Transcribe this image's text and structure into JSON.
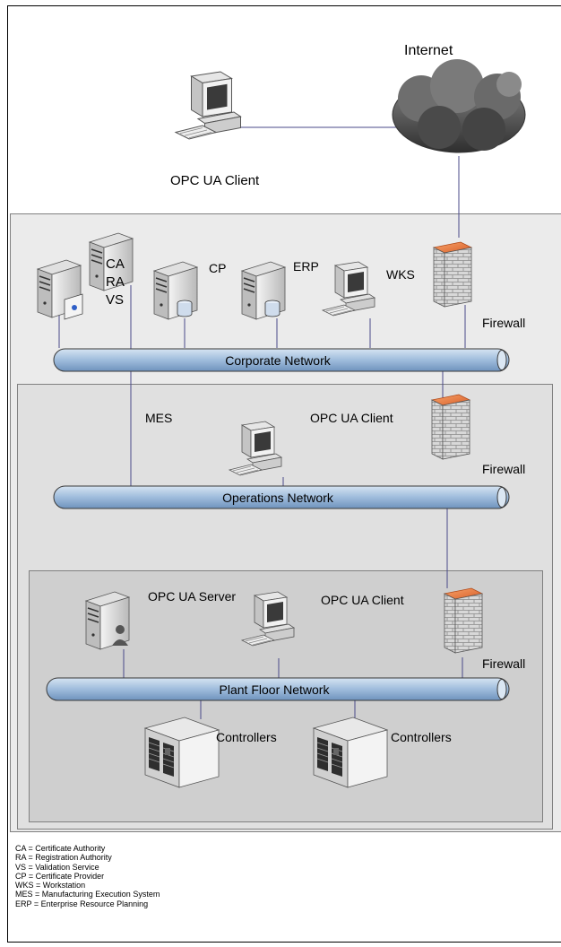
{
  "labels": {
    "internet": "Internet",
    "top_client": "OPC UA Client",
    "corp_server_1": "CA\nRA\nVS",
    "corp_server_2": "CP",
    "corp_server_3": "ERP",
    "corp_workstation": "WKS",
    "firewall_1": "Firewall",
    "mes": "MES",
    "ops_client": "OPC UA Client",
    "firewall_2": "Firewall",
    "plant_server": "OPC UA Server",
    "plant_client": "OPC UA Client",
    "firewall_3": "Firewall",
    "controllers_1": "Controllers",
    "controllers_2": "Controllers"
  },
  "networks": {
    "corporate": "Corporate Network",
    "operations": "Operations Network",
    "plant_floor": "Plant Floor Network"
  },
  "legend": [
    "CA = Certificate Authority",
    "RA = Registration Authority",
    "VS = Validation Service",
    "CP = Certificate Provider",
    "WKS = Workstation",
    "MES = Manufacturing Execution System",
    "ERP = Enterprise Resource Planning"
  ],
  "colors": {
    "bus_fill": "#a9c4e0",
    "bus_stroke": "#3a3a3a",
    "link": "#4a4a8a",
    "firewall_brick": "#cfcfcf",
    "firewall_top": "#f08850",
    "cloud": "#5a5a5a"
  }
}
